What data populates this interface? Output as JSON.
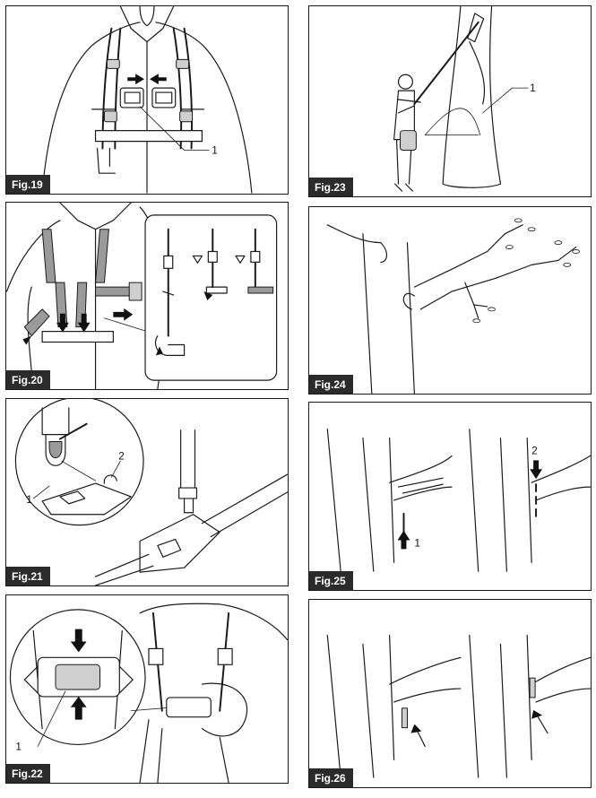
{
  "figures": [
    {
      "id": "fig19",
      "label": "Fig.19",
      "callouts": [
        "1"
      ]
    },
    {
      "id": "fig20",
      "label": "Fig.20",
      "callouts": []
    },
    {
      "id": "fig21",
      "label": "Fig.21",
      "callouts": [
        "1",
        "2"
      ]
    },
    {
      "id": "fig22",
      "label": "Fig.22",
      "callouts": [
        "1"
      ]
    },
    {
      "id": "fig23",
      "label": "Fig.23",
      "callouts": [
        "1"
      ]
    },
    {
      "id": "fig24",
      "label": "Fig.24",
      "callouts": []
    },
    {
      "id": "fig25",
      "label": "Fig.25",
      "callouts": [
        "1",
        "2"
      ]
    },
    {
      "id": "fig26",
      "label": "Fig.26",
      "callouts": []
    }
  ],
  "colors": {
    "frame": "#1a1a1a",
    "label_bg": "#2b2b2b",
    "label_text": "#ffffff",
    "strap_fill": "#9a9a9a"
  }
}
